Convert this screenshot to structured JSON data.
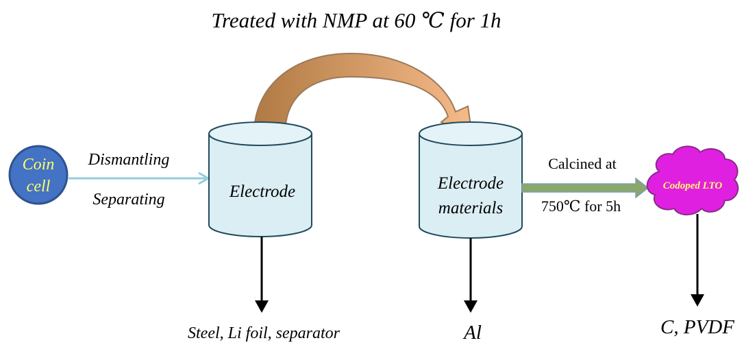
{
  "title": "Treated with NMP at 60 ℃ for 1h",
  "coin_cell": {
    "line1": "Coin",
    "line2": "cell"
  },
  "step1": {
    "top": "Dismantling",
    "bottom": "Separating"
  },
  "electrode": {
    "label": "Electrode"
  },
  "electrode_materials": {
    "line1": "Electrode",
    "line2": "materials"
  },
  "calcine": {
    "top": "Calcined at",
    "bottom": "750℃ for 5h"
  },
  "product": {
    "label": "Codoped LTO"
  },
  "byproducts": {
    "electrode": "Steel, Li foil, separator",
    "materials": "Al",
    "product": "C, PVDF"
  },
  "colors": {
    "coin_fill": "#4472c4",
    "coin_text": "#ffff66",
    "cylinder_fill": "#dbeef4",
    "cylinder_top": "#e4f3f8",
    "arc_start": "#b07a44",
    "arc_end": "#f7bb8a",
    "light_arrow": "#93cddd",
    "green_arrow": "#8aa86a",
    "cloud_fill": "#e020e0",
    "cloud_text": "#ffff66"
  }
}
